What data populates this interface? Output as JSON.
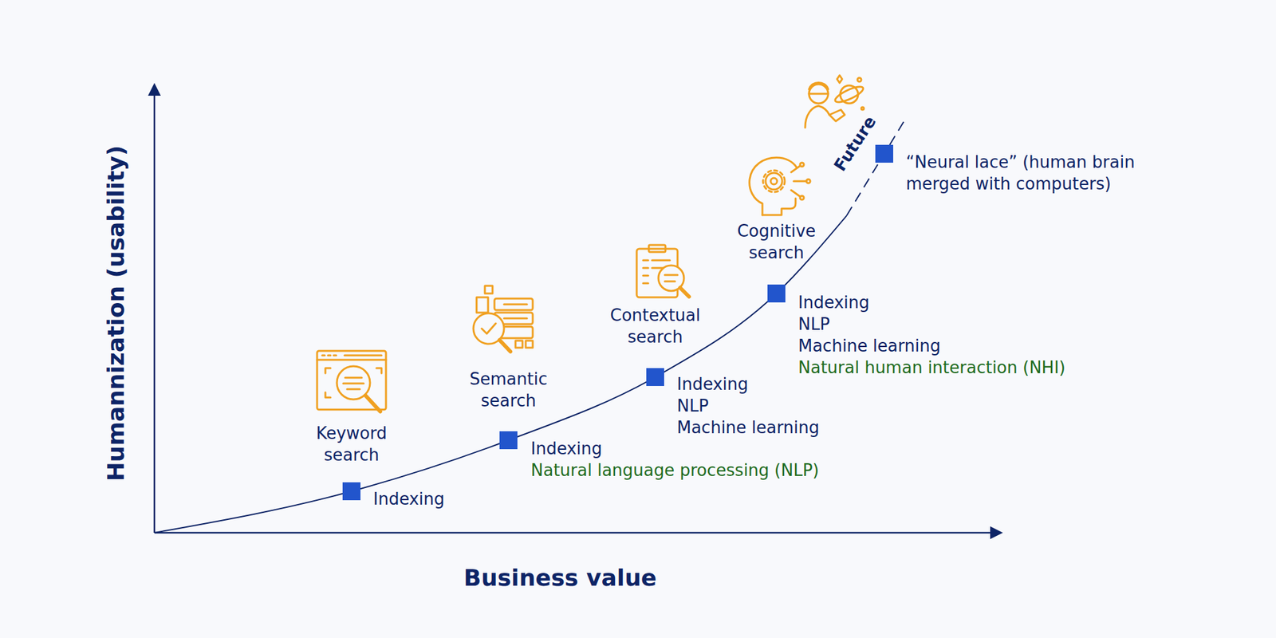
{
  "diagram": {
    "labels": [
      "Humannization (usability)",
      "Business value",
      "Keyword search",
      "Indexing",
      "Semantic search",
      "Indexing",
      "Natural language processing (NLP)",
      "Contextual search",
      "Indexing",
      "NLP",
      "Machine learning",
      "Cognitive search",
      "Indexing",
      "NLP",
      "Machine learning",
      "Natural human interaction (NHI)",
      "Future",
      "“Neural lace” (human brain merged with computers)"
    ]
  }
}
